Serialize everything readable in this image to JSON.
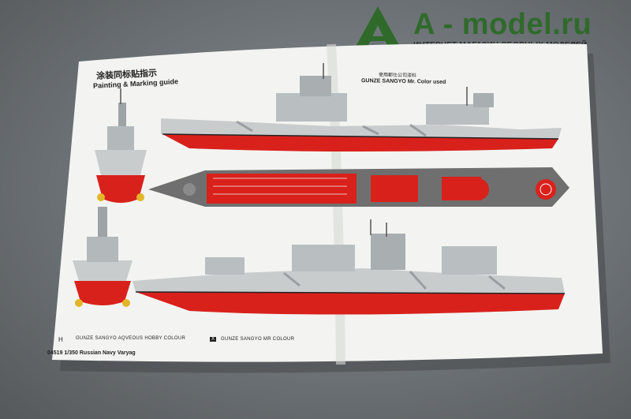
{
  "logo": {
    "name": "A - model.ru",
    "tagline": "ИНТЕРНЕТ МАГАЗИН СБОРНЫХ МОДЕЛЕЙ",
    "color": "#2f6a2b"
  },
  "sheet": {
    "title_cn": "涂装同标贴指示",
    "title_en": "Painting & Marking guide",
    "gunze_cn": "使用郡仕公司漆料",
    "gunze_title": "GUNZE SANGYO Mr. Color used",
    "legend": [
      {
        "key": "H",
        "label": "GUNZE SANGYO AQVEOUS HOBBY COLOUR"
      },
      {
        "key": "X",
        "label": "GUNZE SANGYO MR COLOUR"
      }
    ],
    "footer": "04519 1/350 Russian Navy Varyag"
  },
  "colors": {
    "hull_red": "#d9211c",
    "hull_grey": "#c9cccd",
    "deck_grey": "#6f6f6f",
    "paper": "#f3f4f1",
    "waterline": "#222222"
  }
}
